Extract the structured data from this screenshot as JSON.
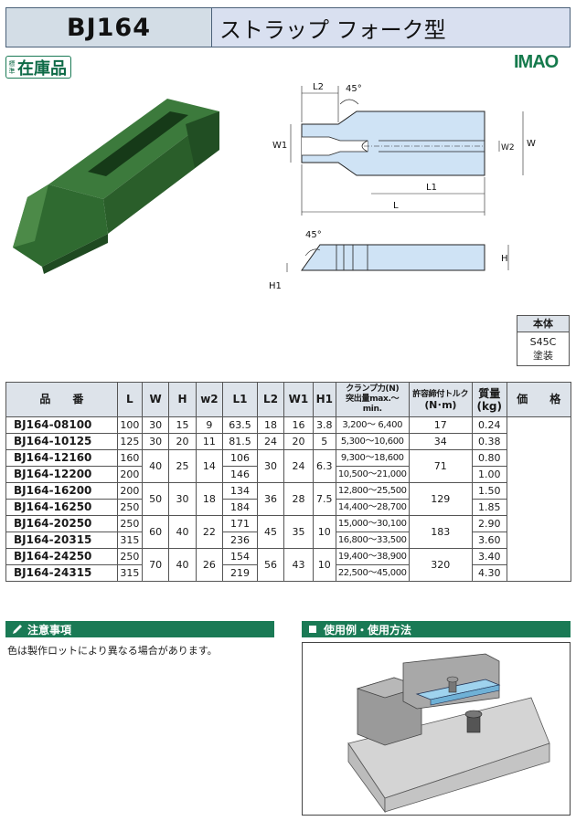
{
  "header": {
    "code": "BJ164",
    "title": "ストラップ フォーク型"
  },
  "badge": {
    "small": "標準",
    "main": "在庫品"
  },
  "logo": {
    "text": "IMAO"
  },
  "drawing": {
    "l2": "L2",
    "angle": "45°",
    "w1": "W1",
    "w2": "W2",
    "w": "W",
    "l1": "L1",
    "l": "L",
    "angle2": "45°",
    "h": "H",
    "h1": "H1"
  },
  "material": {
    "header": "本体",
    "line1": "S45C",
    "line2": "塗装"
  },
  "table": {
    "headers": {
      "code": "品　　番",
      "L": "L",
      "W": "W",
      "H": "H",
      "w2": "w2",
      "L1": "L1",
      "L2": "L2",
      "W1": "W1",
      "H1": "H1",
      "clamp1": "クランプ力(N)",
      "clamp2": "突出量max.～min.",
      "torque1": "許容締付トルク",
      "torque2": "(N･m)",
      "mass1": "質量",
      "mass2": "(kg)",
      "price": "価　　格"
    },
    "groups": [
      {
        "W": "30",
        "H": "15",
        "w2": "9",
        "L2": "18",
        "W1": "16",
        "H1": "3.8",
        "torque": "17",
        "rows": [
          {
            "code": "BJ164-08100",
            "L": "100",
            "L1": "63.5",
            "clamp": "3,200～ 6,400",
            "mass": "0.24"
          }
        ]
      },
      {
        "W": "30",
        "H": "20",
        "w2": "11",
        "L2": "24",
        "W1": "20",
        "H1": "5",
        "torque": "34",
        "rows": [
          {
            "code": "BJ164-10125",
            "L": "125",
            "L1": "81.5",
            "clamp": "5,300～10,600",
            "mass": "0.38"
          }
        ]
      },
      {
        "W": "40",
        "H": "25",
        "w2": "14",
        "L2": "30",
        "W1": "24",
        "H1": "6.3",
        "torque": "71",
        "rows": [
          {
            "code": "BJ164-12160",
            "L": "160",
            "L1": "106",
            "clamp": "9,300～18,600",
            "mass": "0.80"
          },
          {
            "code": "BJ164-12200",
            "L": "200",
            "L1": "146",
            "clamp": "10,500～21,000",
            "mass": "1.00"
          }
        ]
      },
      {
        "W": "50",
        "H": "30",
        "w2": "18",
        "L2": "36",
        "W1": "28",
        "H1": "7.5",
        "torque": "129",
        "rows": [
          {
            "code": "BJ164-16200",
            "L": "200",
            "L1": "134",
            "clamp": "12,800～25,500",
            "mass": "1.50"
          },
          {
            "code": "BJ164-16250",
            "L": "250",
            "L1": "184",
            "clamp": "14,400～28,700",
            "mass": "1.85"
          }
        ]
      },
      {
        "W": "60",
        "H": "40",
        "w2": "22",
        "L2": "45",
        "W1": "35",
        "H1": "10",
        "torque": "183",
        "rows": [
          {
            "code": "BJ164-20250",
            "L": "250",
            "L1": "171",
            "clamp": "15,000～30,100",
            "mass": "2.90"
          },
          {
            "code": "BJ164-20315",
            "L": "315",
            "L1": "236",
            "clamp": "16,800～33,500",
            "mass": "3.60"
          }
        ]
      },
      {
        "W": "70",
        "H": "40",
        "w2": "26",
        "L2": "56",
        "W1": "43",
        "H1": "10",
        "torque": "320",
        "rows": [
          {
            "code": "BJ164-24250",
            "L": "250",
            "L1": "154",
            "clamp": "19,400～38,900",
            "mass": "3.40"
          },
          {
            "code": "BJ164-24315",
            "L": "315",
            "L1": "219",
            "clamp": "22,500～45,000",
            "mass": "4.30"
          }
        ]
      }
    ]
  },
  "notes": {
    "title": "注意事項",
    "text": "色は製作ロットにより異なる場合があります。"
  },
  "usage": {
    "title": "使用例・使用方法"
  }
}
